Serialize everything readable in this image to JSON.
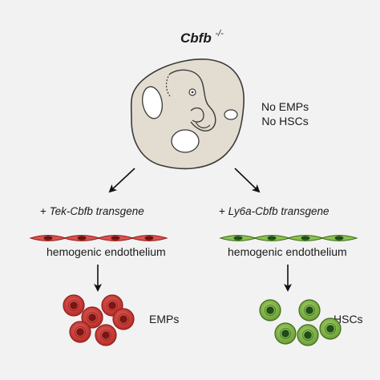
{
  "title": {
    "gene": "Cbfb",
    "superscript": "-/-"
  },
  "phenotype": [
    "No EMPs",
    "No HSCs"
  ],
  "left_branch": {
    "prefix": "+ ",
    "transgene": "Tek-Cbfb transgene",
    "tissue": "hemogenic endothelium",
    "outcome": "EMPs"
  },
  "right_branch": {
    "prefix": "+ ",
    "transgene": "Ly6a-Cbfb transgene",
    "tissue": "hemogenic endothelium",
    "outcome": "HSCs"
  },
  "colors": {
    "background": "#f2f2f2",
    "embryo_fill": "#e3dcd0",
    "embryo_stroke": "#3a3a3a",
    "red_cell_outer": "#c9302c",
    "red_cell_inner": "#7a1513",
    "green_cell_outer": "#7cb13f",
    "green_cell_inner": "#1f4d18",
    "arrow": "#111111"
  },
  "icons": {
    "embryo": "mouse-embryo-icon",
    "red_endothelium": "red-endothelial-cells",
    "green_endothelium": "green-endothelial-cells",
    "emp_cells": "emp-cell-cluster",
    "hsc_cells": "hsc-cell-cluster"
  }
}
